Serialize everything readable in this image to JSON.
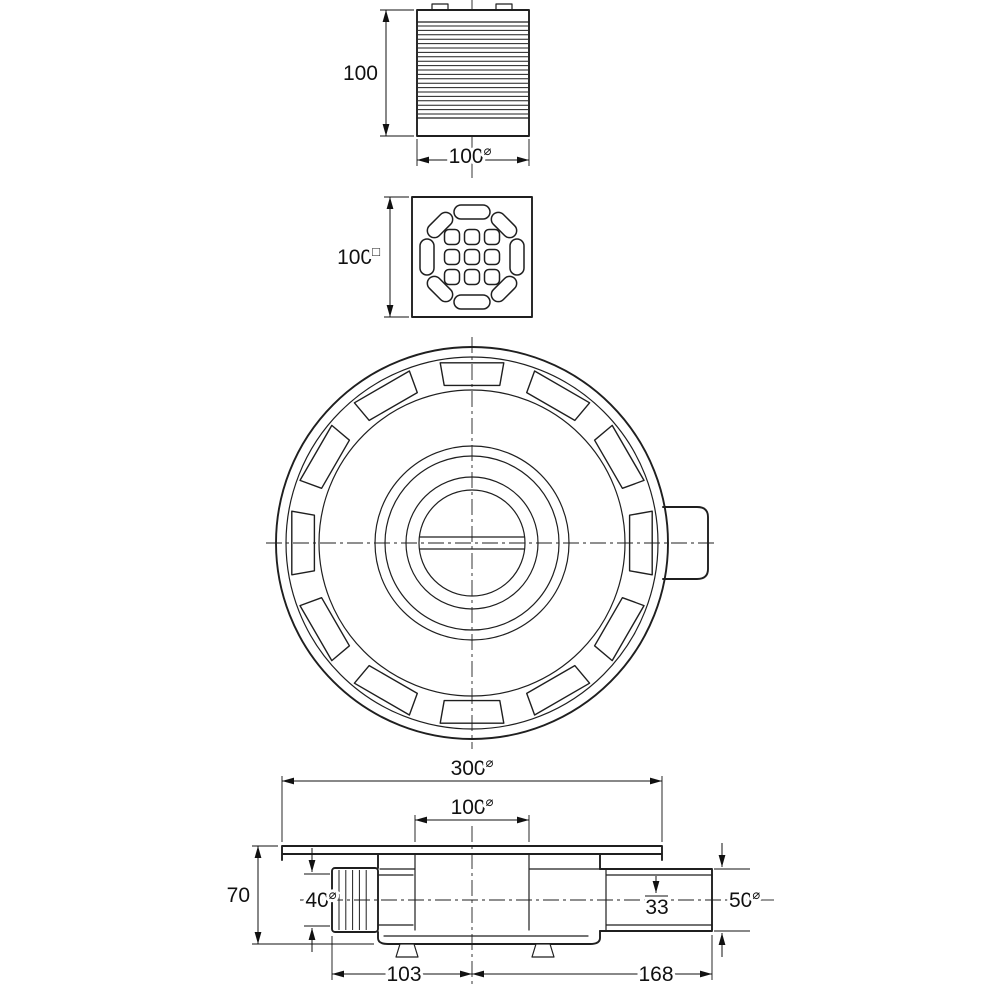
{
  "colors": {
    "line": "#1f1f1f",
    "background": "#ffffff"
  },
  "symbols": {
    "diameter": "⌀",
    "square": "□"
  },
  "dimensions": {
    "extension_height": "100",
    "extension_diameter": "100",
    "grate_size": "100",
    "flange_diameter": "300",
    "riser_diameter": "100",
    "body_height": "70",
    "inlet_diameter": "40",
    "outlet_offset": "33",
    "outlet_diameter": "50",
    "length_left": "103",
    "length_right": "168"
  }
}
